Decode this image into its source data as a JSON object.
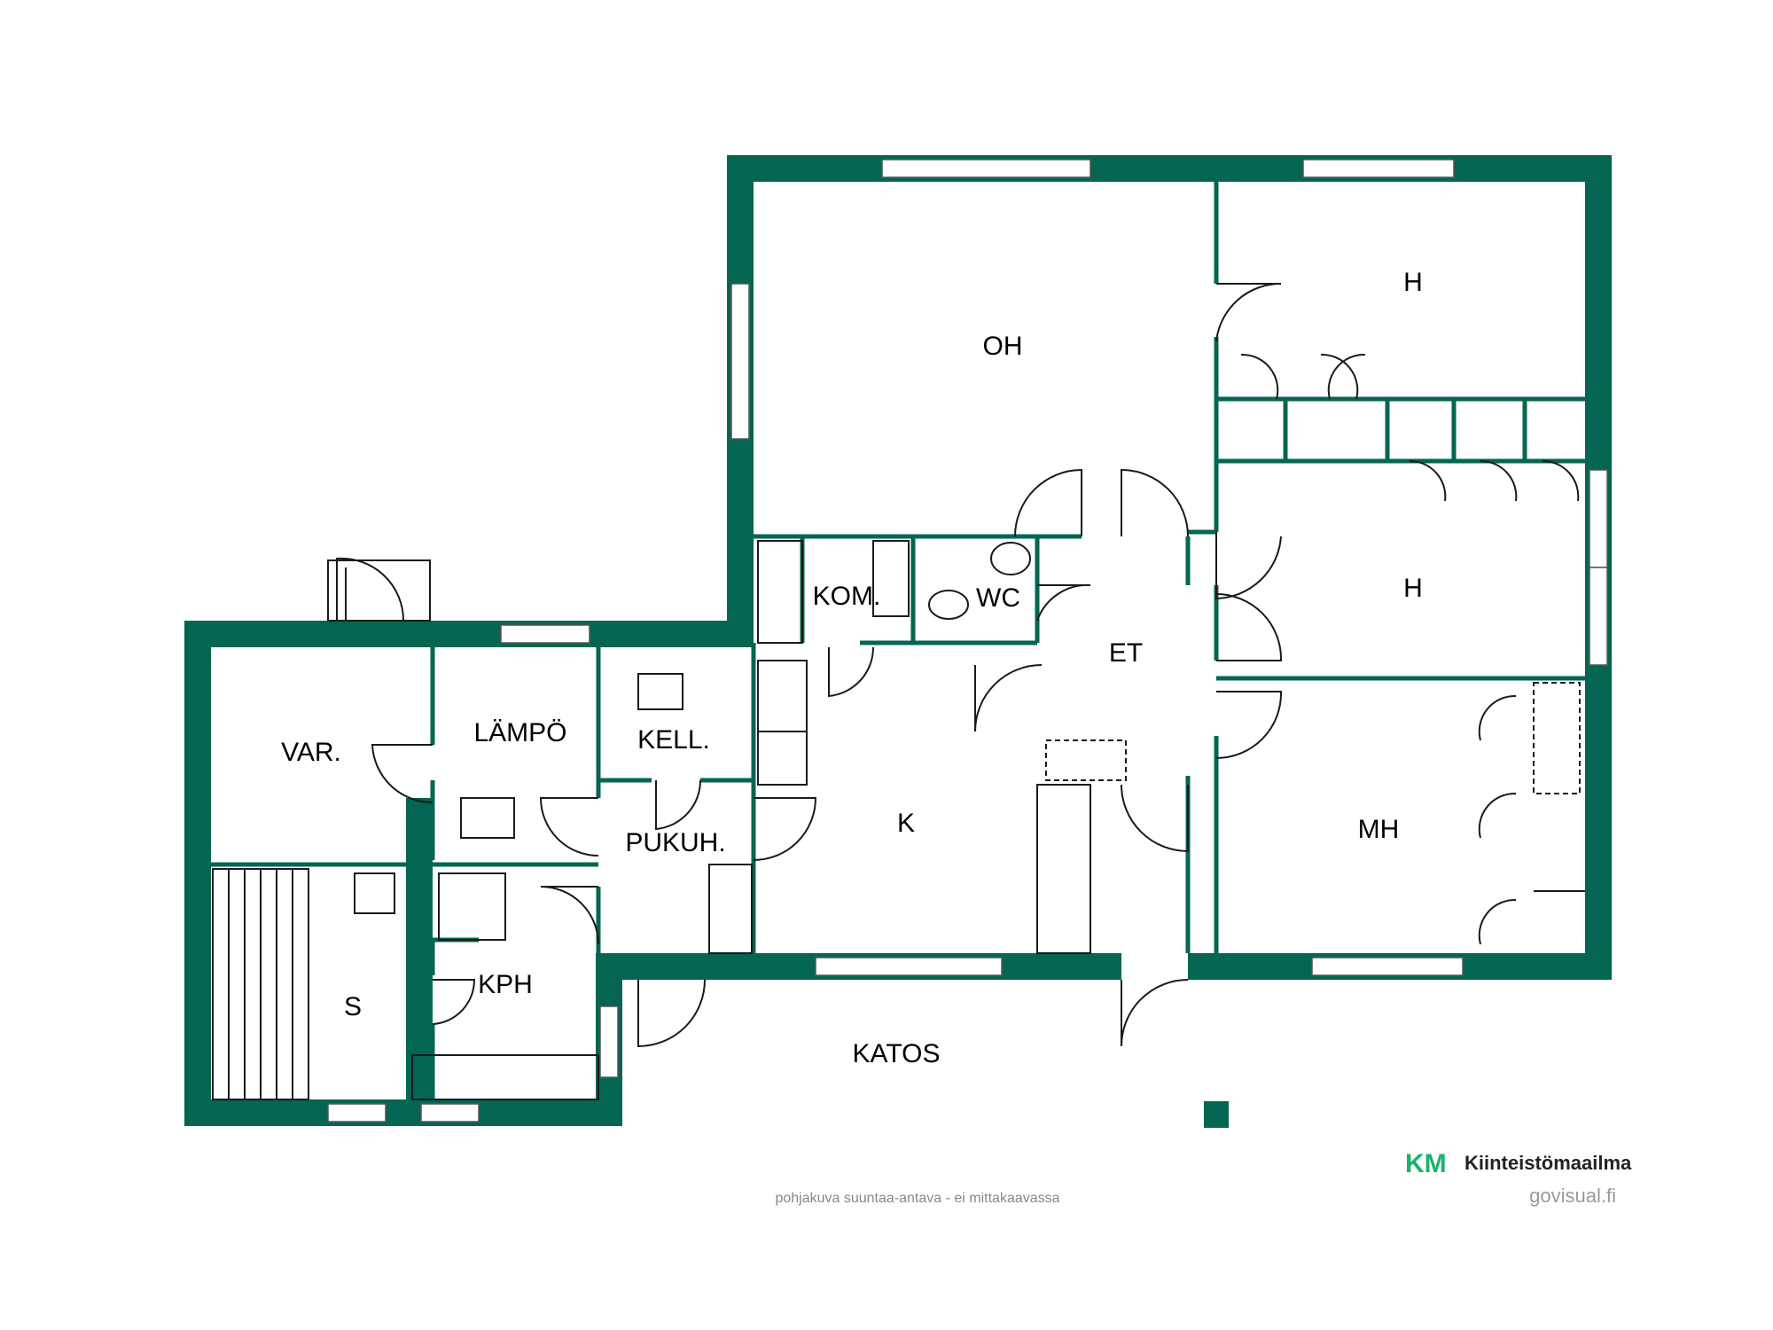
{
  "rooms": {
    "oh": "OH",
    "h1": "H",
    "h2": "H",
    "kom": "KOM.",
    "wc": "WC",
    "et": "ET",
    "var": "VAR.",
    "lampo": "LÄMPÖ",
    "kell": "KELL.",
    "k": "K",
    "pukuh": "PUKUH.",
    "mh": "MH",
    "s": "S",
    "kph": "KPH",
    "katos": "KATOS"
  },
  "footer": {
    "note": "pohjakuva suuntaa-antava - ei mittakaavassa",
    "brand_mark": "KM",
    "brand_name": "Kiinteistömaailma",
    "credit": "govisual.fi"
  },
  "colors": {
    "wall": "#046652",
    "brand_green": "#19b36b"
  }
}
